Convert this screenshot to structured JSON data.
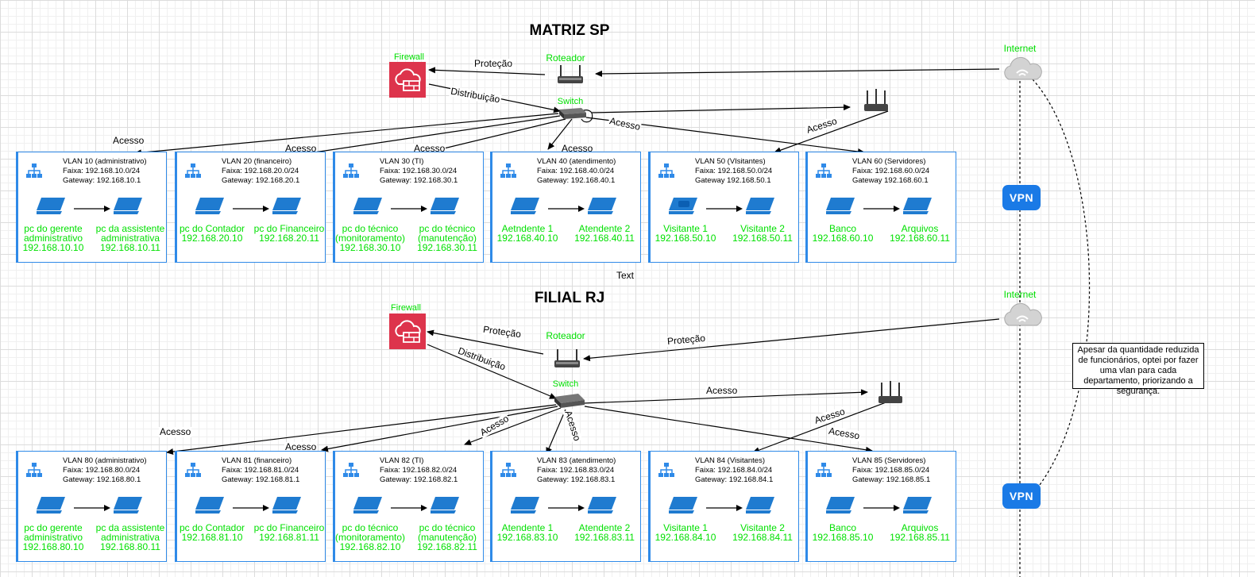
{
  "matriz": {
    "title": "MATRIZ SP",
    "firewall_label": "Firewall",
    "router_label": "Roteador",
    "switch_label": "Switch",
    "internet_label": "Internet",
    "edge_protecao": "Proteção",
    "edge_distribuicao": "Distribuição",
    "edge_acesso": "Acesso",
    "vpn_label": "VPN",
    "vlans": [
      {
        "title": "VLAN 10 (administrativo)",
        "faixa": "Faixa: 192.168.10.0/24",
        "gateway": "Gateway: 192.168.10.1",
        "pc1": "pc do gerente\nadministrativo\n192.168.10.10",
        "pc2": "pc da assistente\nadministrativa\n192.168.10.11"
      },
      {
        "title": "VLAN 20 (financeiro)",
        "faixa": "Faixa: 192.168.20.0/24",
        "gateway": "Gateway: 192.168.20.1",
        "pc1": "pc do Contador\n192.168.20.10",
        "pc2": "pc do Financeiro\n192.168.20.11"
      },
      {
        "title": "VLAN 30 (TI)",
        "faixa": "Faixa: 192.168.30.0/24",
        "gateway": "Gateway: 192.168.30.1",
        "pc1": "pc do técnico\n(monitoramento)\n192.168.30.10",
        "pc2": "pc do técnico\n(manutenção)\n192.168.30.11"
      },
      {
        "title": "VLAN 40 (atendimento)",
        "faixa": "Faixa: 192.168.40.0/24",
        "gateway": "Gateway: 192.168.40.1",
        "pc1": "Aetndente 1\n192.168.40.10",
        "pc2": "Atendente 2\n192.168.40.11"
      },
      {
        "title": "VLAN 50 (VIsitantes)",
        "faixa": "Faixa: 192.168.50.0/24",
        "gateway": "Gateway 192.168.50.1",
        "pc1": "Visitante 1\n192.168.50.10",
        "pc2": "Visitante 2\n192.168.50.11"
      },
      {
        "title": "VLAN 60 (Servidores)",
        "faixa": "Faixa: 192.168.60.0/24",
        "gateway": "Gateway 192.168.60.1",
        "pc1": "Banco\n192.168.60.10",
        "pc2": "Arquivos\n192.168.60.11"
      }
    ]
  },
  "filial": {
    "title": "FILIAL RJ",
    "firewall_label": "Firewall",
    "router_label": "Roteador",
    "switch_label": "Switch",
    "internet_label": "Internet",
    "edge_protecao": "Proteção",
    "edge_distribuicao": "Distribuição",
    "edge_acesso": "Acesso",
    "vpn_label": "VPN",
    "vlans": [
      {
        "title": "VLAN 80 (administrativo)",
        "faixa": "Faixa: 192.168.80.0/24",
        "gateway": "Gateway: 192.168.80.1",
        "pc1": "pc do gerente\nadministrativo\n192.168.80.10",
        "pc2": "pc da assistente\nadministrativa\n192.168.80.11"
      },
      {
        "title": "VLAN 81 (financeiro)",
        "faixa": "Faixa: 192.168.81.0/24",
        "gateway": "Gateway: 192.168.81.1",
        "pc1": "pc do Contador\n192.168.81.10",
        "pc2": "pc do Financeiro\n192.168.81.11"
      },
      {
        "title": "VLAN 82 (TI)",
        "faixa": "Faixa: 192.168.82.0/24",
        "gateway": "Gateway: 192.168.82.1",
        "pc1": "pc do técnico\n(monitoramento)\n192.168.82.10",
        "pc2": "pc do técnico\n(manutenção)\n192.168.82.11"
      },
      {
        "title": "VLAN 83 (atendimento)",
        "faixa": "Faixa: 192.168.83.0/24",
        "gateway": "Gateway: 192.168.83.1",
        "pc1": "Atendente 1\n192.168.83.10",
        "pc2": "Atendente 2\n192.168.83.11"
      },
      {
        "title": "VLAN 84 (Visitantes)",
        "faixa": "Faixa: 192.168.84.0/24",
        "gateway": "Gateway: 192.168.84.1",
        "pc1": "Visitante 1\n192.168.84.10",
        "pc2": "Visitante 2\n192.168.84.11"
      },
      {
        "title": "VLAN 85 (Servidores)",
        "faixa": "Faixa: 192.168.85.0/24",
        "gateway": "Gateway: 192.168.85.1",
        "pc1": "Banco\n192.168.85.10",
        "pc2": "Arquivos\n192.168.85.11"
      }
    ]
  },
  "stray_text": "Text",
  "note": "Apesar da quantidade reduzida de funcionários, optei por fazer uma vlan para cada departamento, priorizando a segurança.",
  "colors": {
    "label_green": "#00e000",
    "vlan_border": "#2f8ae8",
    "firewall_red": "#dd344c",
    "vpn_blue": "#1a7ae6"
  }
}
